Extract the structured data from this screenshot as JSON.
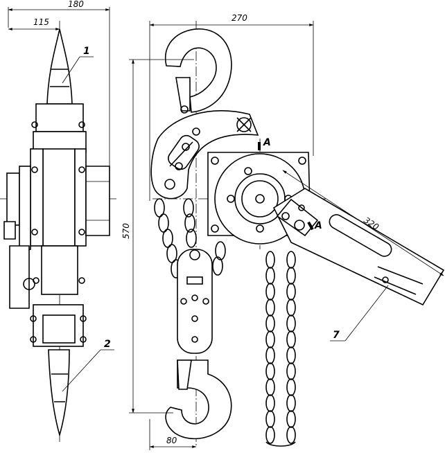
{
  "dimensions": {
    "overall_width_side": "180",
    "hook_offset_side": "115",
    "overall_width_front": "270",
    "overall_height": "570",
    "lever_length": "320",
    "hook_offset_bottom": "80"
  },
  "section_marks": {
    "upper": "A",
    "lower": "A"
  },
  "callouts": {
    "top_hook": "1",
    "bottom_hook": "2",
    "lever_handle": "7"
  }
}
